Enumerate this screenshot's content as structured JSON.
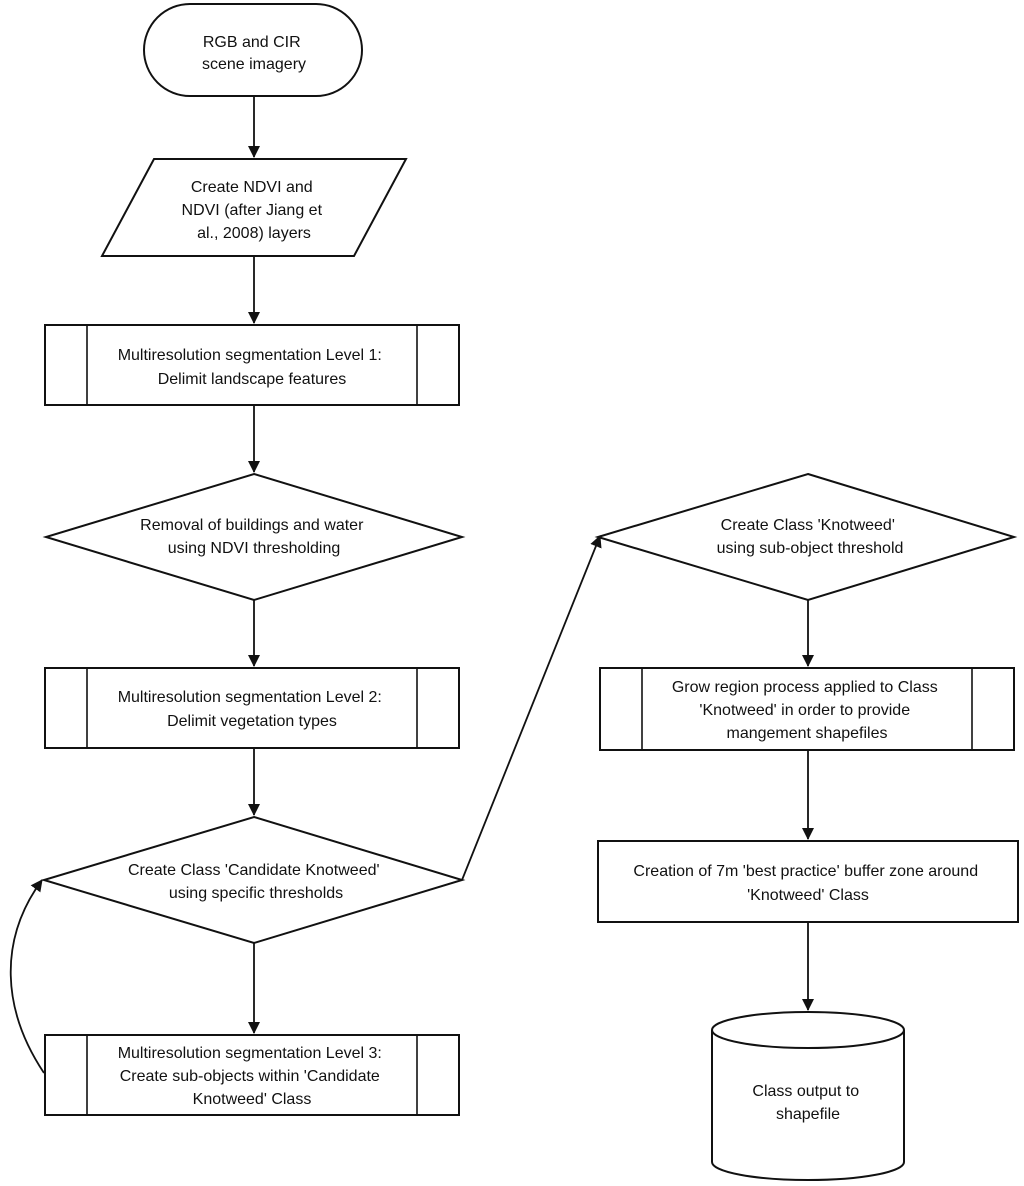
{
  "diagram": {
    "nodes": {
      "input": {
        "shape": "terminator",
        "lines": [
          "RGB and CIR",
          "scene imagery"
        ]
      },
      "ndvi": {
        "shape": "parallelogram",
        "lines": [
          "Create NDVI and",
          "NDVI (after Jiang et",
          "al., 2008) layers"
        ]
      },
      "seg1": {
        "shape": "predefined-process",
        "lines": [
          "Multiresolution segmentation Level 1:",
          "Delimit landscape features"
        ]
      },
      "removal": {
        "shape": "decision",
        "lines": [
          "Removal of buildings and water",
          "using NDVI thresholding"
        ]
      },
      "seg2": {
        "shape": "predefined-process",
        "lines": [
          "Multiresolution segmentation Level 2:",
          "Delimit vegetation types"
        ]
      },
      "candidate": {
        "shape": "decision",
        "lines": [
          "Create Class 'Candidate Knotweed'",
          "using specific thresholds"
        ]
      },
      "seg3": {
        "shape": "predefined-process",
        "lines": [
          "Multiresolution segmentation Level 3:",
          "Create sub-objects within 'Candidate",
          "Knotweed' Class"
        ]
      },
      "knotweed": {
        "shape": "decision",
        "lines": [
          "Create Class 'Knotweed'",
          "using sub-object threshold"
        ]
      },
      "grow": {
        "shape": "predefined-process",
        "lines": [
          "Grow region process applied to Class",
          "'Knotweed' in order to provide",
          "mangement shapefiles"
        ]
      },
      "buffer": {
        "shape": "process",
        "lines": [
          "Creation of 7m 'best practice' buffer zone around",
          "'Knotweed' Class"
        ]
      },
      "output": {
        "shape": "database",
        "lines": [
          "Class output to",
          "shapefile"
        ]
      }
    },
    "edges": [
      {
        "from": "input",
        "to": "ndvi"
      },
      {
        "from": "ndvi",
        "to": "seg1"
      },
      {
        "from": "seg1",
        "to": "removal"
      },
      {
        "from": "removal",
        "to": "seg2"
      },
      {
        "from": "seg2",
        "to": "candidate"
      },
      {
        "from": "candidate",
        "to": "seg3"
      },
      {
        "from": "seg3",
        "to": "candidate"
      },
      {
        "from": "candidate",
        "to": "knotweed"
      },
      {
        "from": "knotweed",
        "to": "grow"
      },
      {
        "from": "grow",
        "to": "buffer"
      },
      {
        "from": "buffer",
        "to": "output"
      }
    ]
  }
}
